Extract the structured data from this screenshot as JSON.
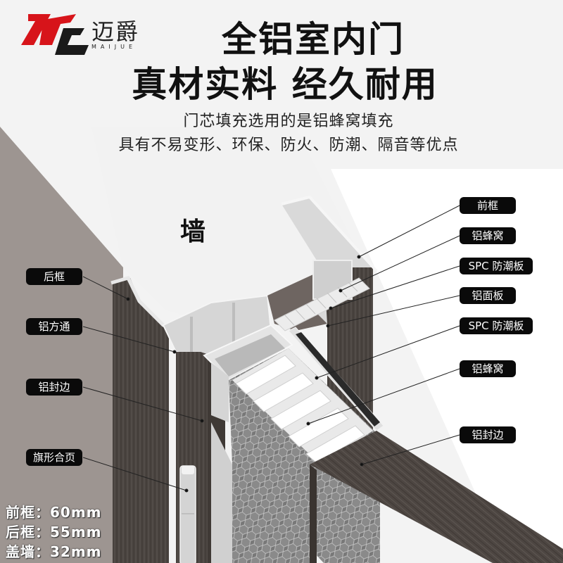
{
  "brand": {
    "name_cn": "迈爵",
    "name_en": "MAIJUE",
    "logo_colors": {
      "red": "#d7141a",
      "black": "#1a1a1a"
    }
  },
  "headline": {
    "line1": "全铝室内门",
    "line2": "真材实料 经久耐用"
  },
  "subtitle": {
    "line1": "门芯填充选用的是铝蜂窝填充",
    "line2": "具有不易变形、环保、防火、防潮、隔音等优点"
  },
  "illustration": {
    "wall_label": "墙",
    "colors": {
      "wall": "#f2f2f2",
      "floor_shadow": "#9d9591",
      "wood": "#4a4440",
      "aluminum": "#d9d9d9",
      "honeycomb": "#7d7d7d"
    }
  },
  "callouts_left": [
    {
      "label": "后框"
    },
    {
      "label": "铝方通"
    },
    {
      "label": "铝封边"
    },
    {
      "label": "旗形合页"
    }
  ],
  "callouts_right": [
    {
      "label": "前框"
    },
    {
      "label": "铝蜂窝"
    },
    {
      "label": "SPC 防潮板"
    },
    {
      "label": "铝面板"
    },
    {
      "label": "SPC 防潮板"
    },
    {
      "label": "铝蜂窝"
    },
    {
      "label": "铝封边"
    }
  ],
  "specs": [
    {
      "text": "前框：60mm"
    },
    {
      "text": "后框：55mm"
    },
    {
      "text": "盖墙：32mm"
    }
  ]
}
